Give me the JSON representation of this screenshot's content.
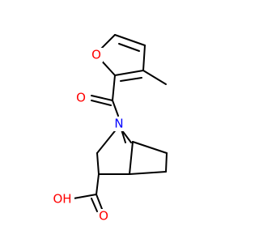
{
  "molecule": {
    "atoms": {
      "furan_o": "O",
      "carbonyl_o": "O",
      "amine_n": "N",
      "hydroxyl": "OH",
      "acid_o": "O"
    }
  },
  "colors": {
    "bond": "#000000",
    "oxygen": "#ff0000",
    "nitrogen": "#0000ff",
    "background": "#ffffff"
  }
}
